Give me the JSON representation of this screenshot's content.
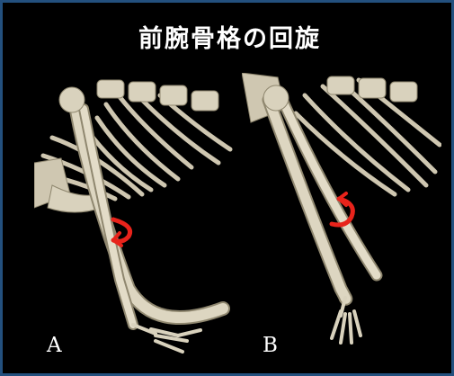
{
  "title": "前腕骨格の回旋",
  "panels": [
    {
      "label": "A"
    },
    {
      "label": "B"
    }
  ],
  "colors": {
    "background": "#000000",
    "border": "#23507e",
    "bone": "#d9d2bd",
    "bone_shadow": "#8f876f",
    "arrow": "#e8231b"
  }
}
